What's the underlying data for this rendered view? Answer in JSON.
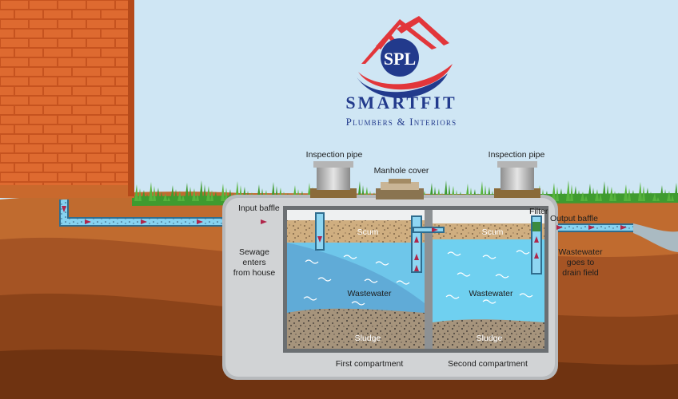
{
  "brand": {
    "logo_text": "SPL",
    "name": "SMARTFIT",
    "tagline": "Plumbers & Interiors"
  },
  "labels": {
    "inspection_pipe_left": "Inspection pipe",
    "inspection_pipe_right": "Inspection pipe",
    "manhole_cover": "Manhole cover",
    "input_baffle": "Input baffle",
    "filter": "Filter",
    "output_baffle": "Output baffle",
    "scum_left": "Scum",
    "scum_right": "Scum",
    "wastewater_left": "Wastewater",
    "wastewater_right": "Wastewater",
    "sludge_left": "Sludge",
    "sludge_right": "Sludge",
    "sewage_enters": "Sewage\nenters\nfrom house",
    "wastewater_exits": "Wastewater\ngoes to\ndrain field",
    "first_compartment": "First compartment",
    "second_compartment": "Second compartment"
  },
  "colors": {
    "sky": "#cfe6f4",
    "brick": "#d9622b",
    "soil_top": "#b8652b",
    "soil_deep": "#7a3a15",
    "tank_wall": "#c9cbcd",
    "water": "#5ec3ea",
    "scum": "#d9b98c",
    "sludge": "#9a8a75",
    "pipe": "#7fd0ef",
    "arrow": "#b0264a",
    "grass": "#3f9b2f",
    "logo_red": "#e2363a",
    "logo_blue": "#223a8c"
  }
}
